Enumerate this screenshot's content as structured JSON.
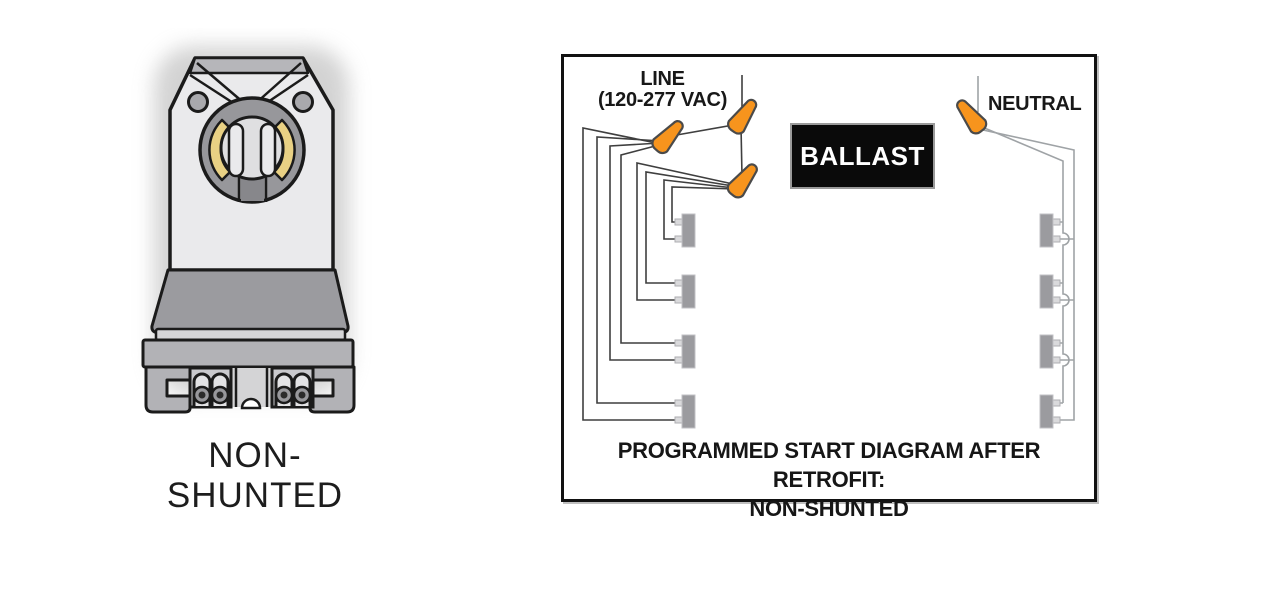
{
  "colors": {
    "wire-nut": "#F7941D",
    "line-wire": "#3F3F3F",
    "neutral-wire": "#9FA3A6",
    "socket-gray": "#9B9B9F",
    "ballast-bg": "#0A0A0A",
    "ballast-text": "#FFFFFF",
    "holder-body": "#EAEAEC",
    "holder-contact-yellow": "#E9D184",
    "ink": "#1B1B1B"
  },
  "holder": {
    "label_line1": "NON-",
    "label_line2": "SHUNTED"
  },
  "diagram": {
    "line_label": "LINE",
    "line_voltage": "(120-277 VAC)",
    "neutral_label": "NEUTRAL",
    "ballast_label": "BALLAST",
    "caption_line1": "PROGRAMMED START DIAGRAM AFTER RETROFIT:",
    "caption_line2": "NON-SHUNTED",
    "left_socket_count": 4,
    "right_socket_count": 4,
    "wire_nut_count": 4
  }
}
